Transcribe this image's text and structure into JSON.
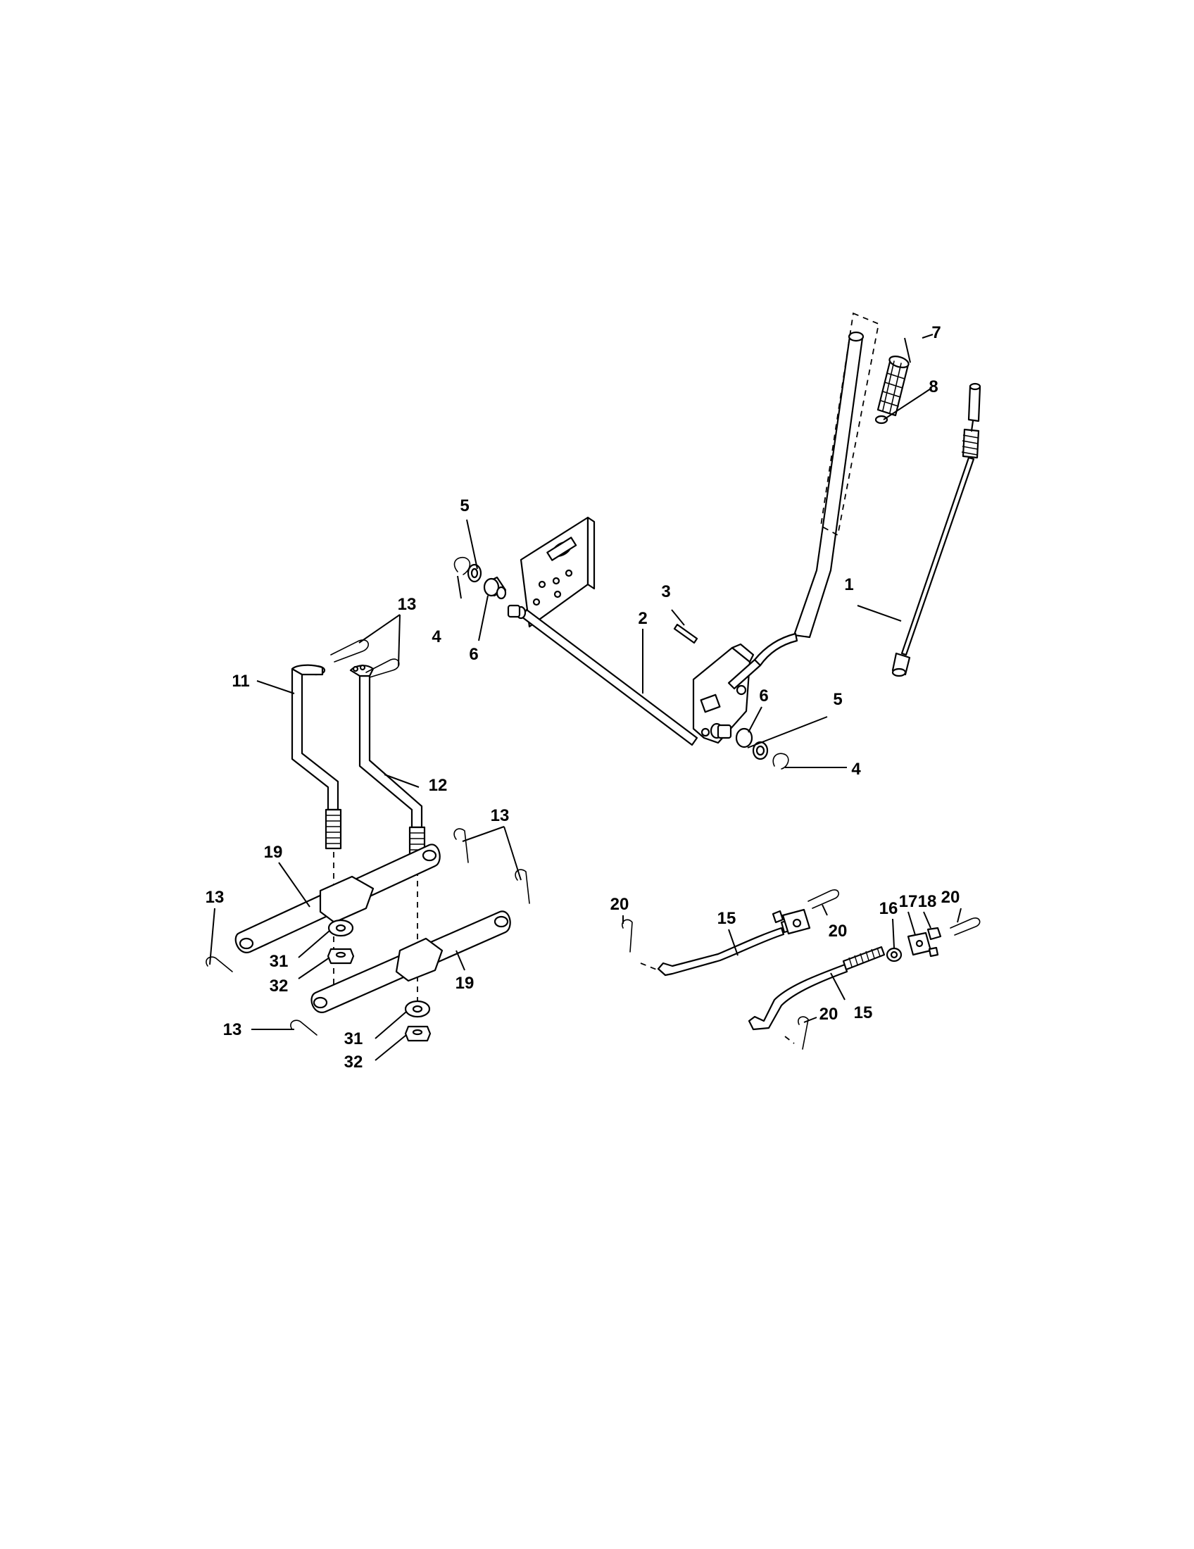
{
  "diagram": {
    "callouts": {
      "c1": "1",
      "c2": "2",
      "c3": "3",
      "c4a": "4",
      "c4b": "4",
      "c5a": "5",
      "c5b": "5",
      "c6a": "6",
      "c6b": "6",
      "c7": "7",
      "c8": "8",
      "c11": "11",
      "c12": "12",
      "c13a": "13",
      "c13b": "13",
      "c13c": "13",
      "c13d": "13",
      "c15a": "15",
      "c15b": "15",
      "c16": "16",
      "c17": "17",
      "c18": "18",
      "c19a": "19",
      "c19b": "19",
      "c20a": "20",
      "c20b": "20",
      "c20c": "20",
      "c20d": "20",
      "c31a": "31",
      "c31b": "31",
      "c32a": "32",
      "c32b": "32"
    }
  }
}
